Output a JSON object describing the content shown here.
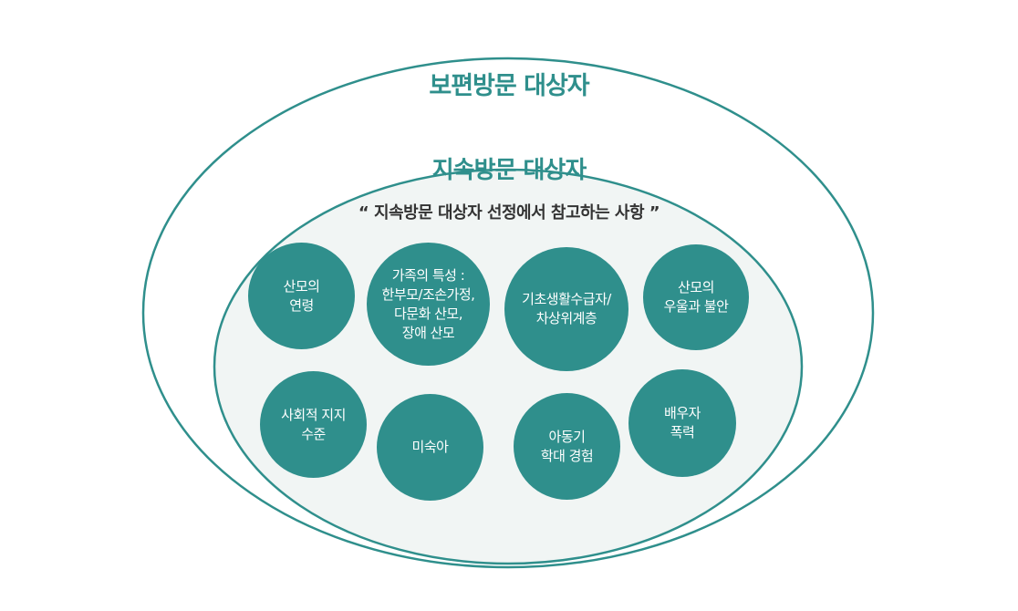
{
  "colors": {
    "accent": "#2f8f8c",
    "inner_fill": "#f1f5f4",
    "outline": "#2f8f8c"
  },
  "outer_title": "보편방문 대상자",
  "inner_title": "지속방문 대상자",
  "subtitle": "“ 지속방문 대상자 선정에서 참고하는 사항 ”",
  "factors": [
    {
      "lines": [
        "산모의",
        "연령"
      ]
    },
    {
      "lines": [
        "가족의 특성 :",
        "한부모/조손가정,",
        "다문화 산모,",
        "장애 산모"
      ]
    },
    {
      "lines": [
        "기초생활수급자/",
        "차상위계층"
      ]
    },
    {
      "lines": [
        "산모의",
        "우울과 불안"
      ]
    },
    {
      "lines": [
        "사회적 지지",
        "수준"
      ]
    },
    {
      "lines": [
        "미숙아"
      ]
    },
    {
      "lines": [
        "아동기",
        "학대 경험"
      ]
    },
    {
      "lines": [
        "배우자",
        "폭력"
      ]
    }
  ]
}
